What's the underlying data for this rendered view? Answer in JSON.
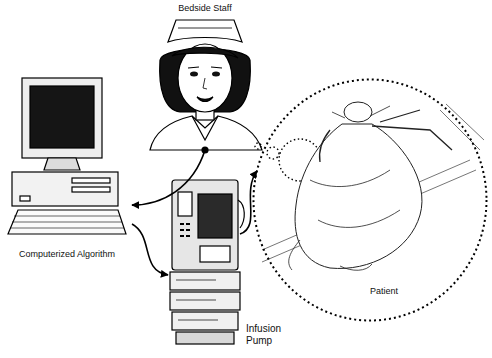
{
  "diagram": {
    "nodes": [
      {
        "text": [
          "Bedside Staff"
        ]
      },
      {
        "text": [
          "Computerized Algorithm"
        ]
      },
      {
        "text": [
          "Patient"
        ]
      },
      {
        "text": [
          "Infusion Pump"
        ]
      }
    ],
    "edges": [
      {
        "from": 0,
        "to": 1,
        "arrow": "to"
      },
      {
        "from": 1,
        "to": 3,
        "arrow": "to"
      },
      {
        "from": 3,
        "to": 2,
        "arrow": "to"
      }
    ]
  }
}
